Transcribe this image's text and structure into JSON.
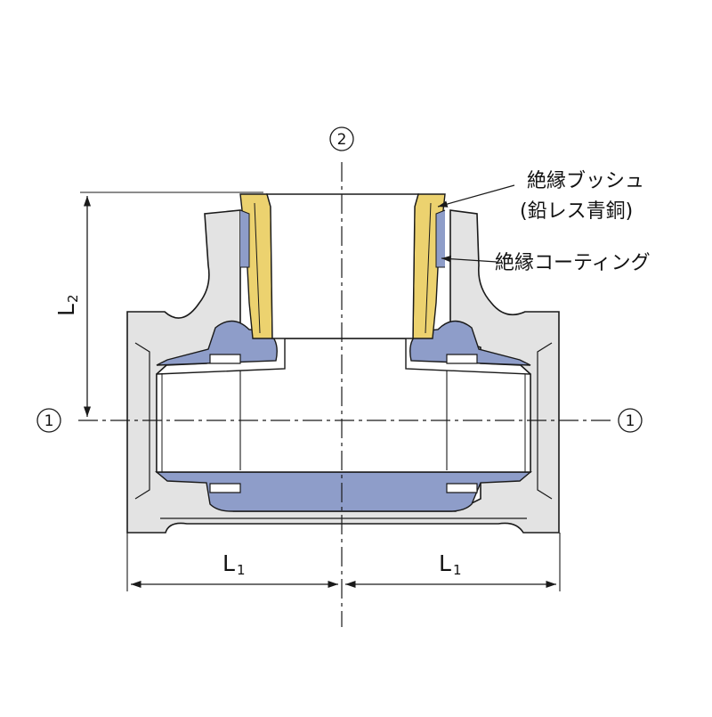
{
  "labels": {
    "bush_line1": "絶縁ブッシュ",
    "bush_line2": "(鉛レス青銅)",
    "coating": "絶縁コーティング"
  },
  "dimensions": {
    "L1_main": "L",
    "L1_sub": "1",
    "L2_main": "L",
    "L2_sub": "2"
  },
  "axes": {
    "port_main": "1",
    "port_branch": "2"
  },
  "colors": {
    "body": "#e3e3e3",
    "coating": "#8e9dc9",
    "bush": "#ecd26f",
    "line": "#1a1a1a"
  }
}
